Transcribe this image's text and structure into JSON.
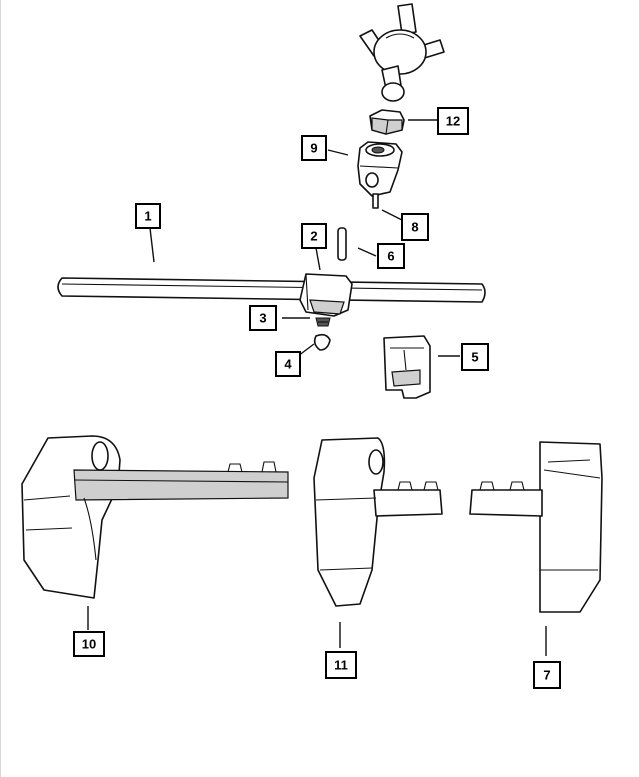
{
  "callouts": {
    "c1": "1",
    "c2": "2",
    "c3": "3",
    "c4": "4",
    "c5": "5",
    "c6": "6",
    "c7": "7",
    "c8": "8",
    "c9": "9",
    "c10": "10",
    "c11": "11",
    "c12": "12"
  },
  "colors": {
    "line": "#111111",
    "shade": "#cfcfcf",
    "background": "#ffffff"
  }
}
